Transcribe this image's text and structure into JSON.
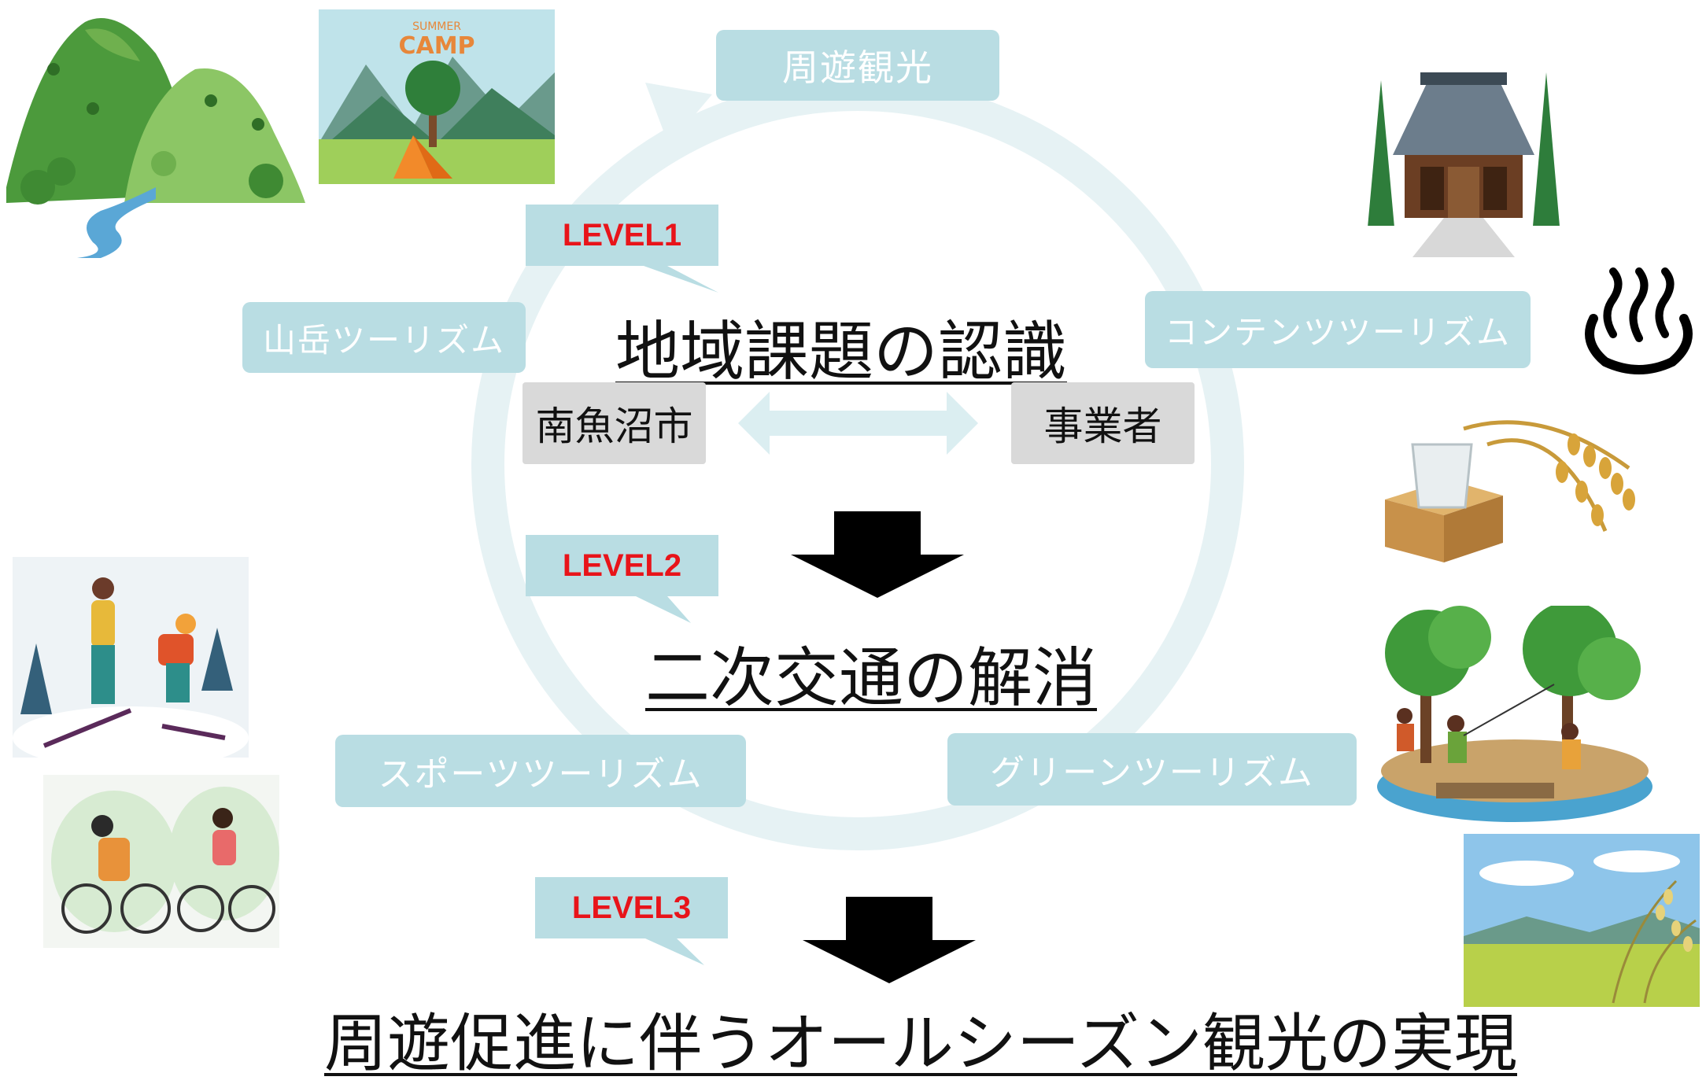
{
  "cycle": {
    "top_label": "周遊観光",
    "left_label": "山岳ツーリズム",
    "right_label": "コンテンツツーリズム",
    "bottom_left_label": "スポーツツーリズム",
    "bottom_right_label": "グリーンツーリズム"
  },
  "level1": {
    "badge": "LEVEL1",
    "title": "地域課題の認識",
    "left_box": "南魚沼市",
    "right_box": "事業者"
  },
  "level2": {
    "badge": "LEVEL2",
    "title": "二次交通の解消"
  },
  "level3": {
    "badge": "LEVEL3",
    "title": "周遊促進に伴うオールシーズン観光の実現"
  },
  "illustrations": {
    "camp_sign_small": "SUMMER",
    "camp_sign_big": "CAMP"
  },
  "colors": {
    "tag_bg": "#b9dde3",
    "ring": "#e6f2f4",
    "level_text": "#e8141a",
    "arrow": "#000000",
    "box_bg": "#d9d9d9"
  }
}
